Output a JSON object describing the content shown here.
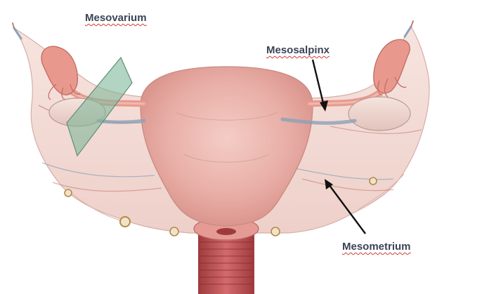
{
  "labels": {
    "mesovarium": "Mesovarium",
    "mesosalpinx": "Mesosalpinx",
    "mesometrium": "Mesometrium"
  },
  "colors": {
    "label_text": "#3a4456",
    "spellcheck_underline": "#d23a3a",
    "arrow": "#111111",
    "broad_ligament": "#f3d9d3",
    "uterus": "#eab0a8",
    "section_plane": "#7fb79a",
    "vagina": "#b8474a",
    "tube": "#e79a8e",
    "vein": "#8aa1b8"
  }
}
